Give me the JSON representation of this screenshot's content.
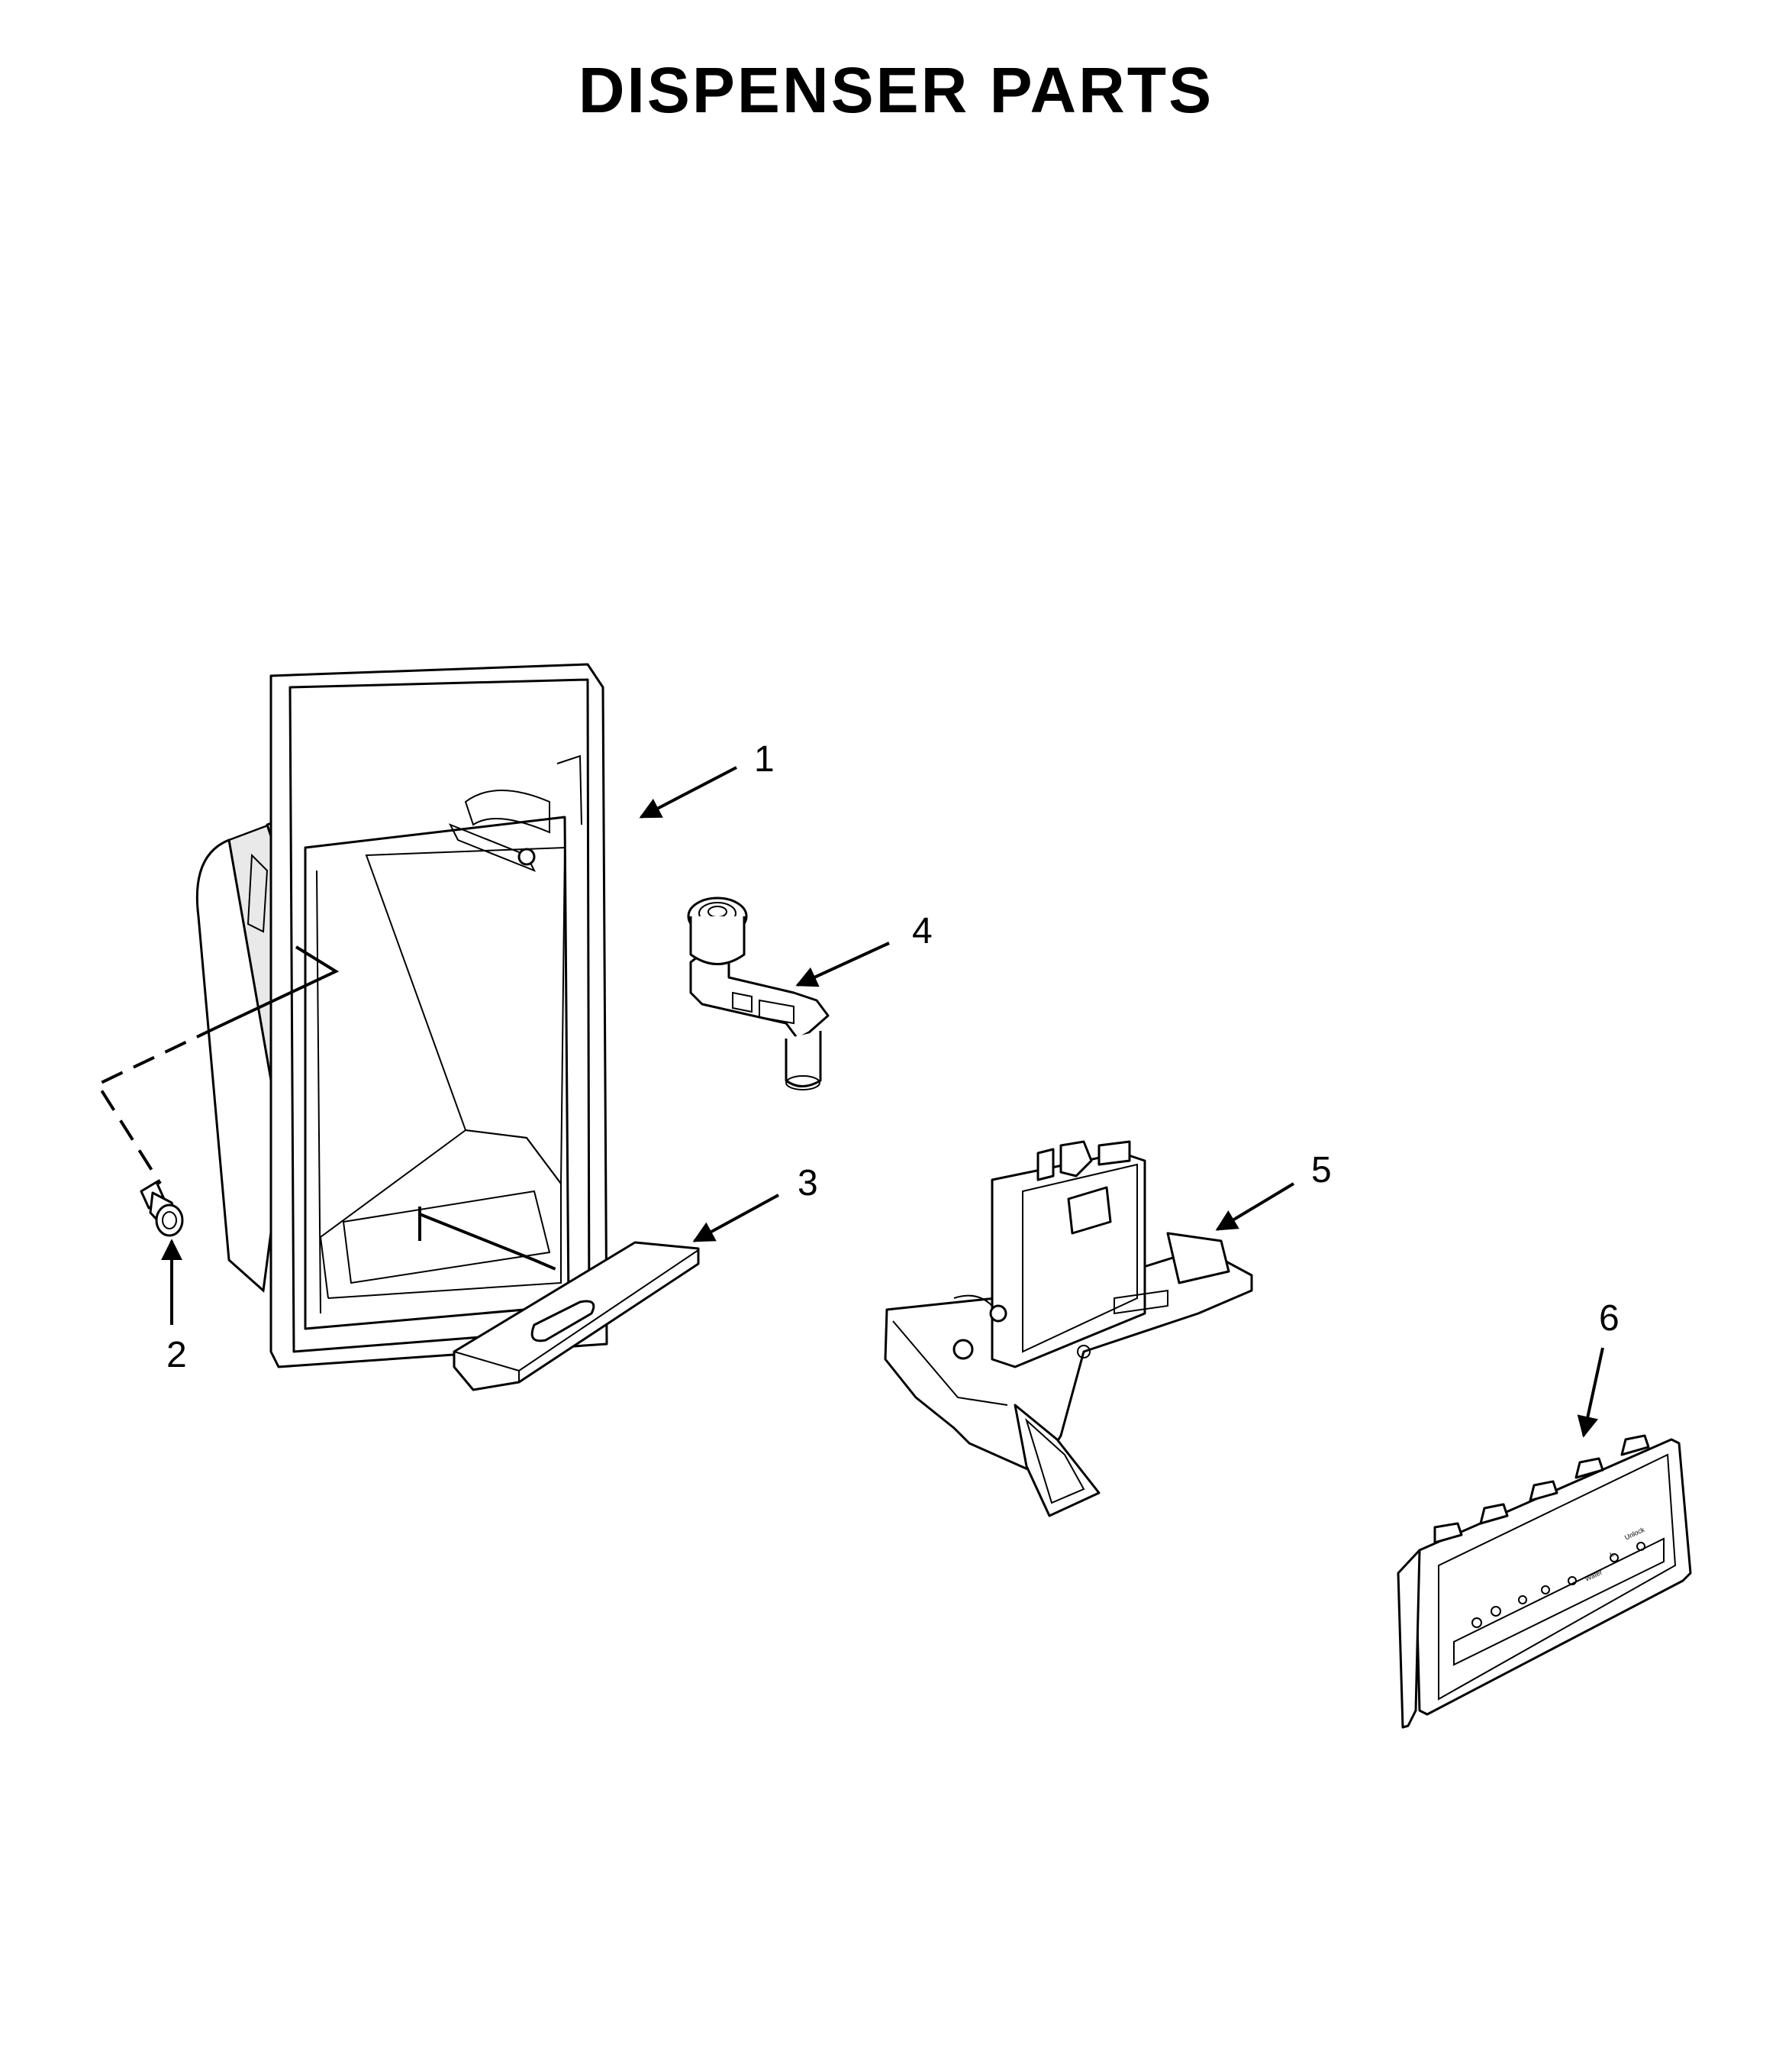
{
  "title": "DISPENSER PARTS",
  "callouts": [
    "1",
    "2",
    "3",
    "4",
    "5",
    "6"
  ],
  "control_panel": {
    "labels": [
      "Water",
      "L",
      "Unlock"
    ]
  }
}
